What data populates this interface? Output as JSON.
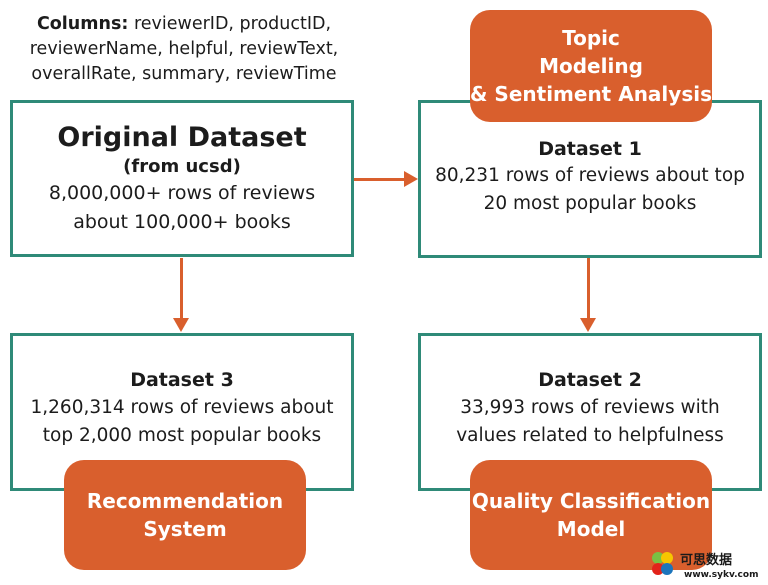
{
  "columns_note": {
    "label": "Columns:",
    "text_line1": "reviewerID, productID,",
    "line2": "reviewerName, helpful, reviewText,",
    "line3": "overallRate, summary, reviewTime"
  },
  "original": {
    "title": "Original Dataset",
    "subtitle": "(from ucsd)",
    "line1": "8,000,000+ rows of reviews",
    "line2": "about 100,000+ books"
  },
  "dataset1": {
    "title": "Dataset 1",
    "line1": "80,231 rows of reviews about top",
    "line2": "20 most popular books"
  },
  "dataset2": {
    "title": "Dataset 2",
    "line1": "33,993 rows of reviews with",
    "line2": "values related to helpfulness"
  },
  "dataset3": {
    "title": "Dataset 3",
    "line1": "1,260,314 rows of reviews about",
    "line2": "top 2,000 most popular books"
  },
  "pills": {
    "topic": [
      "Topic",
      "Modeling",
      "& Sentiment Analysis"
    ],
    "recommendation": [
      "Recommendation",
      "System"
    ],
    "quality": [
      "Quality Classification",
      "Model"
    ]
  },
  "watermark": {
    "cn_text": "可思数据",
    "url": "www.sykv.com"
  },
  "colors": {
    "box_border": "#2f8a78",
    "accent": "#d95f2d"
  }
}
